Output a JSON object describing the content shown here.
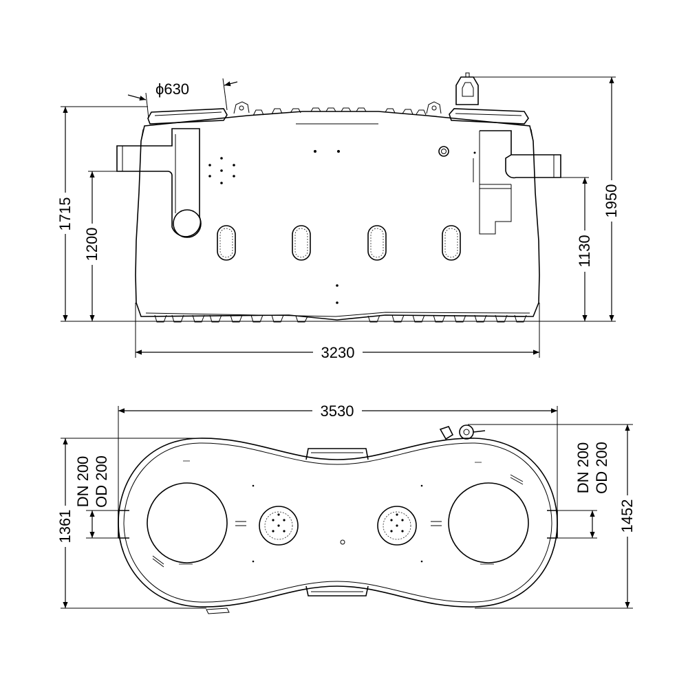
{
  "side_view": {
    "diameter_symbol": "ϕ",
    "manhole_diameter": "630",
    "total_height": "1950",
    "body_height": "1715",
    "inlet_height": "1200",
    "outlet_height": "1130",
    "length": "3230"
  },
  "top_view": {
    "total_length": "3530",
    "width_left": "1361",
    "width_right": "1452",
    "inlet_pipe": {
      "dn": "DN 200",
      "od": "OD 200"
    },
    "outlet_pipe": {
      "dn": "DN 200",
      "od": "OD 200"
    }
  }
}
